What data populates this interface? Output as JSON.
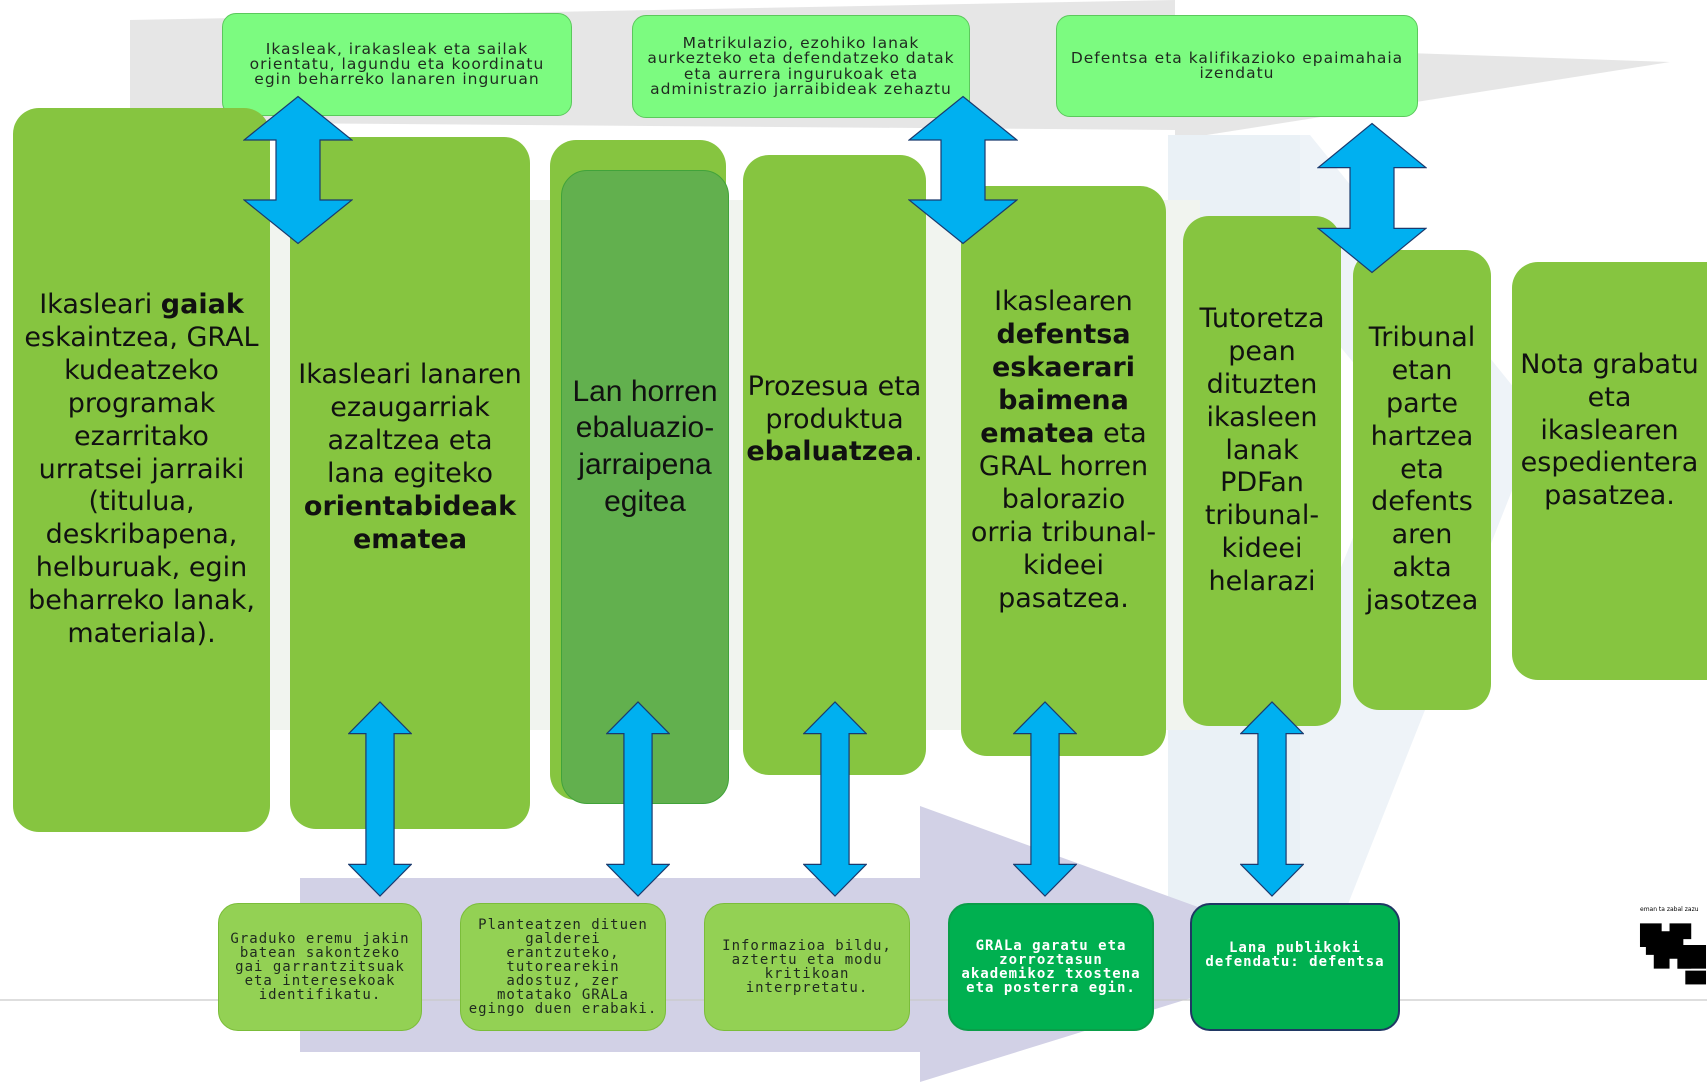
{
  "top_boxes": [
    "Ikasleak, irakasleak eta sailak orientatu, lagundu eta koordinatu egin beharreko lanaren inguruan",
    "Matrikulazio, ezohiko lanak aurkezteko eta defendatzeko datak eta aurrera ingurukoak eta administrazio jarraibideak zehaztu",
    "Defentsa eta kalifikazioko epaimahaia izendatu"
  ],
  "steps": [
    {
      "pre": "Ikasleari ",
      "bold": "gaiak",
      "post": " eskaintzea, GRAL kudeatzeko programak ezarritako urratsei jarraiki (titulua, deskribapena, helburuak, egin beharreko lanak, materiala)."
    },
    {
      "pre": "Ikasleari lanaren ezaugarriak azaltzea eta lana egiteko ",
      "bold": "orientabideak ematea",
      "post": ""
    },
    {
      "pre": "Lan horren ebaluazio-jarraipena egitea",
      "bold": "",
      "post": ""
    },
    {
      "pre": "Prozesua eta produktua ",
      "bold": "ebaluatzea",
      "post": "."
    },
    {
      "pre": "Ikaslearen ",
      "bold": "defentsa eskaerari baimena ematea",
      "post": " eta GRAL horren balorazio orria tribunal-kideei pasatzea."
    },
    {
      "pre": "Tutoretza pean dituzten ikasleen lanak PDFan tribunal-kideei helarazi",
      "bold": "",
      "post": ""
    },
    {
      "pre": "Tribunal etan parte hartzea eta defents aren akta jasotzea",
      "bold": "",
      "post": ""
    },
    {
      "pre": "Nota grabatu eta ikaslearen espedientera pasatzea.",
      "bold": "",
      "post": ""
    }
  ],
  "bottom_boxes": [
    "Graduko eremu jakin batean sakontzeko gai garrantzitsuak eta interesekoak identifikatu.",
    "Planteatzen dituen galderei erantzuteko, tutorearekin adostuz, zer motatako GRALa egingo duen erabaki.",
    "Informazioa bildu, aztertu eta modu kritikoan interpretatu.",
    "GRALa garatu eta zorroztasun akademikoz txostena eta posterra egin.",
    "Lana publikoki defendatu: defentsa"
  ],
  "logo_caption": "eman ta zabal zazu",
  "colors": {
    "step_green": "#86c540",
    "highlight_green": "#62b04e",
    "top_green": "#7cfb80",
    "bottom_green": "#93d154",
    "dark_green": "#00b050",
    "arrow_blue": "#00b0f0",
    "band_lavender": "#d2d1e6",
    "band_gray": "#dcdcdc"
  },
  "icons": [
    "double-arrow-icon",
    "university-logo-icon"
  ]
}
